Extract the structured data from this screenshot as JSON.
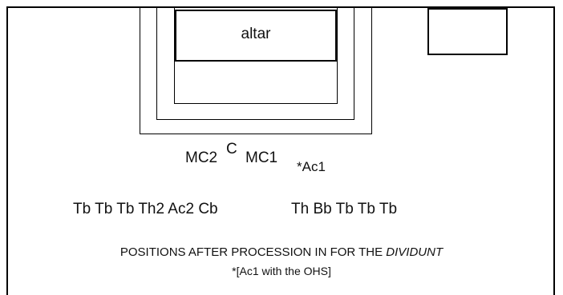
{
  "diagram": {
    "altar_label": "altar",
    "positions": {
      "mc2": "MC2",
      "c": "C",
      "mc1": "MC1",
      "ac1": "*Ac1"
    },
    "row": {
      "left": "Tb Tb Tb Th2 Ac2 Cb",
      "right": "Th Bb Tb Tb Tb"
    },
    "caption": {
      "line1_prefix": "POSITIONS AFTER PROCESSION IN FOR THE ",
      "line1_italic": "DIVIDUNT",
      "line2": "*[Ac1 with the OHS]"
    }
  }
}
